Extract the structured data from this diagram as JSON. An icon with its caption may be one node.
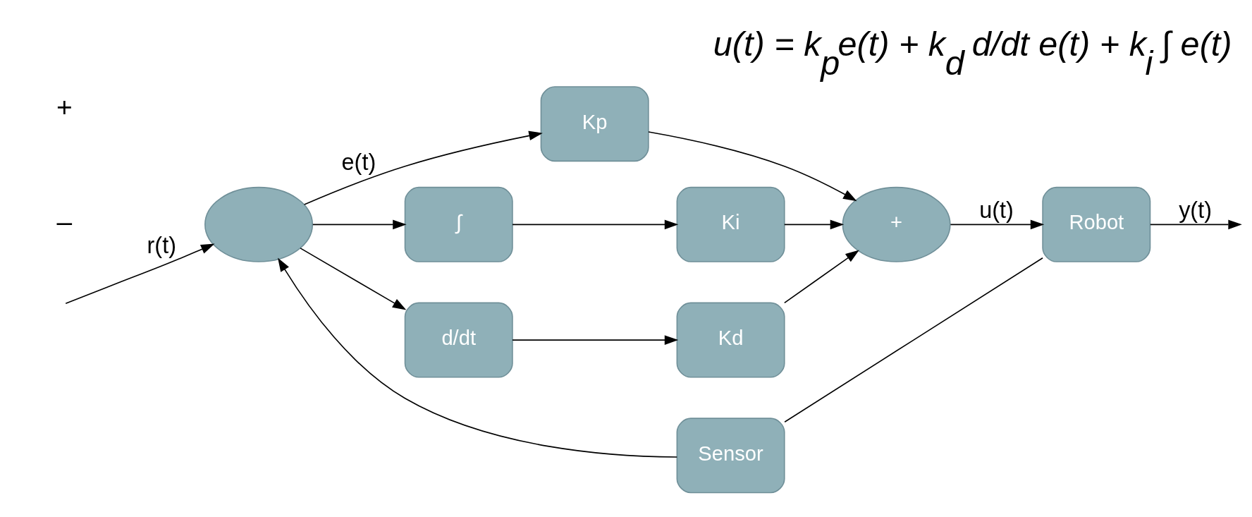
{
  "diagram": {
    "title": "u(t) = k$_{p}$e(t) + k$_{d}$ d/dt e(t) + k$_{i}$ ∫ e(t)",
    "nodes": [
      {
        "text": [],
        "shape": "ellipse"
      },
      {
        "text": [
          "Kp"
        ]
      },
      {
        "text": [
          "∫"
        ]
      },
      {
        "text": [
          "Ki"
        ]
      },
      {
        "text": [
          "d/dt"
        ]
      },
      {
        "text": [
          "Kd"
        ]
      },
      {
        "text": [
          "+"
        ]
      },
      {
        "text": [
          "Robot"
        ]
      },
      {
        "text": [
          "Sensor"
        ]
      }
    ],
    "edges": [
      {
        "from": null,
        "to": 0,
        "arrow": "to",
        "label": "r(t)"
      },
      {
        "from": 0,
        "to": 1,
        "arrow": "to",
        "label": "e(t)"
      },
      {
        "from": 0,
        "to": 2,
        "arrow": "to"
      },
      {
        "from": 0,
        "to": 4,
        "arrow": "to"
      },
      {
        "from": 2,
        "to": 3,
        "arrow": "to"
      },
      {
        "from": 4,
        "to": 5,
        "arrow": "to"
      },
      {
        "from": 1,
        "to": 6,
        "arrow": "to"
      },
      {
        "from": 3,
        "to": 6,
        "arrow": "to"
      },
      {
        "from": 5,
        "to": 6,
        "arrow": "to"
      },
      {
        "from": 6,
        "to": 7,
        "arrow": "to",
        "label": "u(t)"
      },
      {
        "from": 7,
        "to": null,
        "arrow": "to",
        "label": "y(t)"
      },
      {
        "from": 7,
        "to": 8,
        "arrow": "none"
      },
      {
        "from": 8,
        "to": 0,
        "arrow": "to"
      }
    ],
    "labels": [
      "+",
      "–"
    ]
  }
}
